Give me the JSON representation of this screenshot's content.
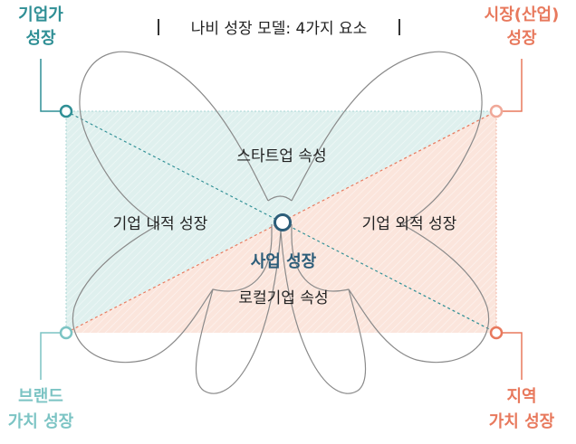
{
  "title": "나비 성장 모델: 4가지 요소",
  "corners": {
    "top_left": {
      "line1": "기업가",
      "line2": "성장"
    },
    "top_right": {
      "line1": "시장(산업)",
      "line2": "성장"
    },
    "bottom_left": {
      "line1": "브랜드",
      "line2": "가치 성장"
    },
    "bottom_right": {
      "line1": "지역",
      "line2": "가치 성장"
    }
  },
  "regions": {
    "top": "스타트업 속성",
    "left": "기업 내적 성장",
    "right": "기업 외적 성장",
    "bottom": "로컬기업 속성"
  },
  "center": "사업 성장",
  "colors": {
    "teal": "#2f8f95",
    "teal_light": "#7cc4c4",
    "coral": "#e8795d",
    "coral_light": "#f0a898",
    "teal_fill": "#dff0ee",
    "coral_fill": "#fbe5dc",
    "wing_stroke": "#8a8a8a",
    "center_text": "#2c5d79"
  }
}
